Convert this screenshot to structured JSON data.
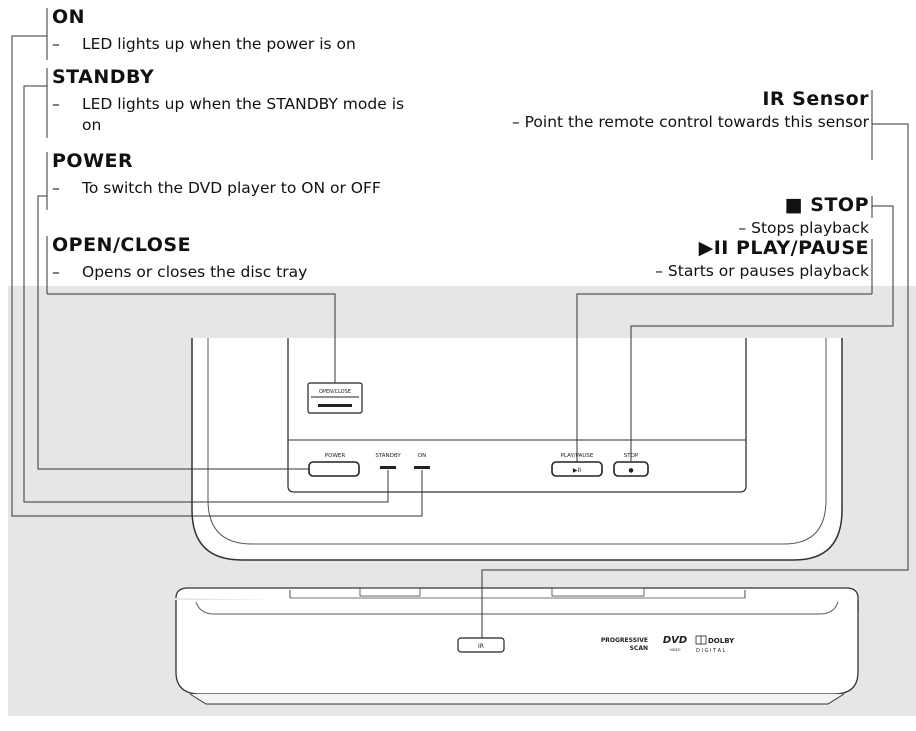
{
  "callouts_left": [
    {
      "title": "ON",
      "desc": "LED lights up when the power is on"
    },
    {
      "title": "STANDBY",
      "desc": "LED lights up when the STANDBY mode is on"
    },
    {
      "title": "POWER",
      "desc": "To switch the DVD player to ON or OFF"
    },
    {
      "title": "OPEN/CLOSE",
      "desc": "Opens or closes the disc tray"
    }
  ],
  "callouts_right": [
    {
      "title": "IR Sensor",
      "desc": "– Point the remote control towards this sensor"
    },
    {
      "title": "■  STOP",
      "desc": "– Stops playback"
    },
    {
      "title": "▶II PLAY/PAUSE",
      "desc": "– Starts or pauses playback"
    }
  ],
  "dash": "–",
  "panel_labels": {
    "open_close": "OPEN/CLOSE",
    "power": "POWER",
    "standby": "STANDBY",
    "on": "ON",
    "play_pause": "PLAY/PAUSE",
    "play_pause_symbol": "▶II",
    "stop": "STOP",
    "stop_symbol": "●",
    "ir": "IR",
    "progressive_1": "PROGRESSIVE",
    "progressive_2": "SCAN",
    "dvd_logo": "DVD",
    "dvd_sub": "VIDEO",
    "dolby_1": "DOLBY",
    "dolby_2": "D I G I T A L"
  }
}
